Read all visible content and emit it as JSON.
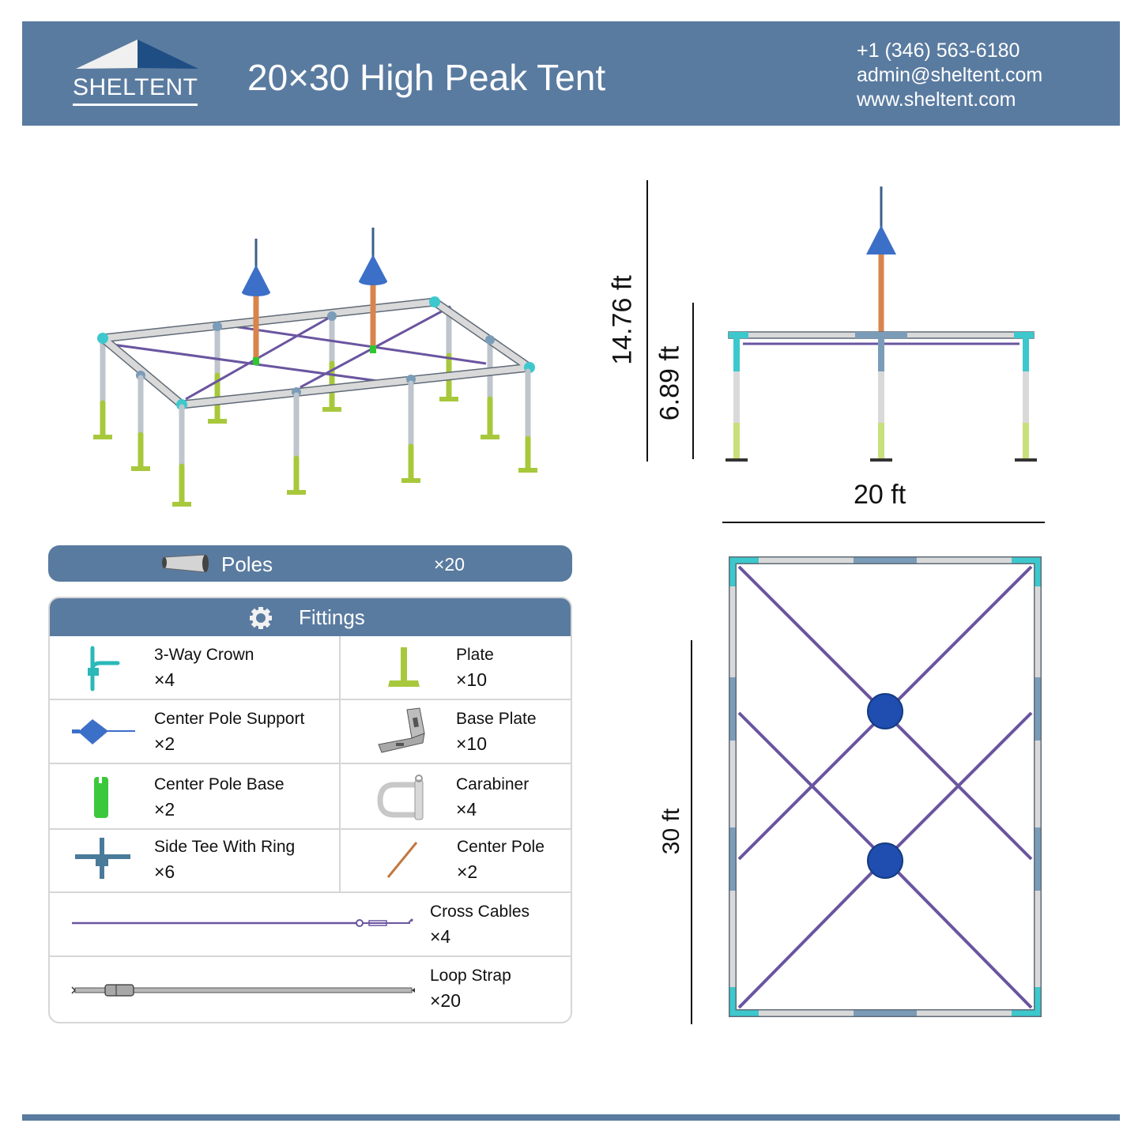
{
  "header": {
    "logo_text": "SHELTENT",
    "title": "20×30 High Peak Tent",
    "phone": "+1 (346) 563-6180",
    "email": "admin@sheltent.com",
    "website": "www.sheltent.com"
  },
  "dimensions": {
    "total_height": "14.76 ft",
    "side_height": "6.89 ft",
    "width": "20 ft",
    "length": "30 ft"
  },
  "poles": {
    "label": "Poles",
    "qty": "×20",
    "icon": "pole-icon"
  },
  "fittings": {
    "label": "Fittings",
    "icon": "gear-icon",
    "items": [
      {
        "name": "3-Way Crown",
        "qty": "×4",
        "icon": "three-way-crown-icon"
      },
      {
        "name": "Plate",
        "qty": "×10",
        "icon": "plate-icon"
      },
      {
        "name": "Center Pole Support",
        "qty": "×2",
        "icon": "center-pole-support-icon"
      },
      {
        "name": "Base Plate",
        "qty": "×10",
        "icon": "base-plate-icon"
      },
      {
        "name": "Center Pole Base",
        "qty": "×2",
        "icon": "center-pole-base-icon"
      },
      {
        "name": "Carabiner",
        "qty": "×4",
        "icon": "carabiner-icon"
      },
      {
        "name": "Side Tee With Ring",
        "qty": "×6",
        "icon": "side-tee-icon"
      },
      {
        "name": "Center Pole",
        "qty": "×2",
        "icon": "center-pole-icon"
      },
      {
        "name": "Cross Cables",
        "qty": "×4",
        "icon": "cross-cable-icon"
      },
      {
        "name": "Loop Strap",
        "qty": "×20",
        "icon": "loop-strap-icon"
      }
    ]
  },
  "colors": {
    "brand_blue": "#5a7ba0",
    "logo_dark": "#1f4e85",
    "pole_gray": "#d8d8d8",
    "crown_cyan": "#3cc8cc",
    "plate_green": "#a8c83c",
    "cable_purple": "#6a55a0",
    "support_blue": "#3c6fc8",
    "center_pole_orange": "#d8844c"
  }
}
